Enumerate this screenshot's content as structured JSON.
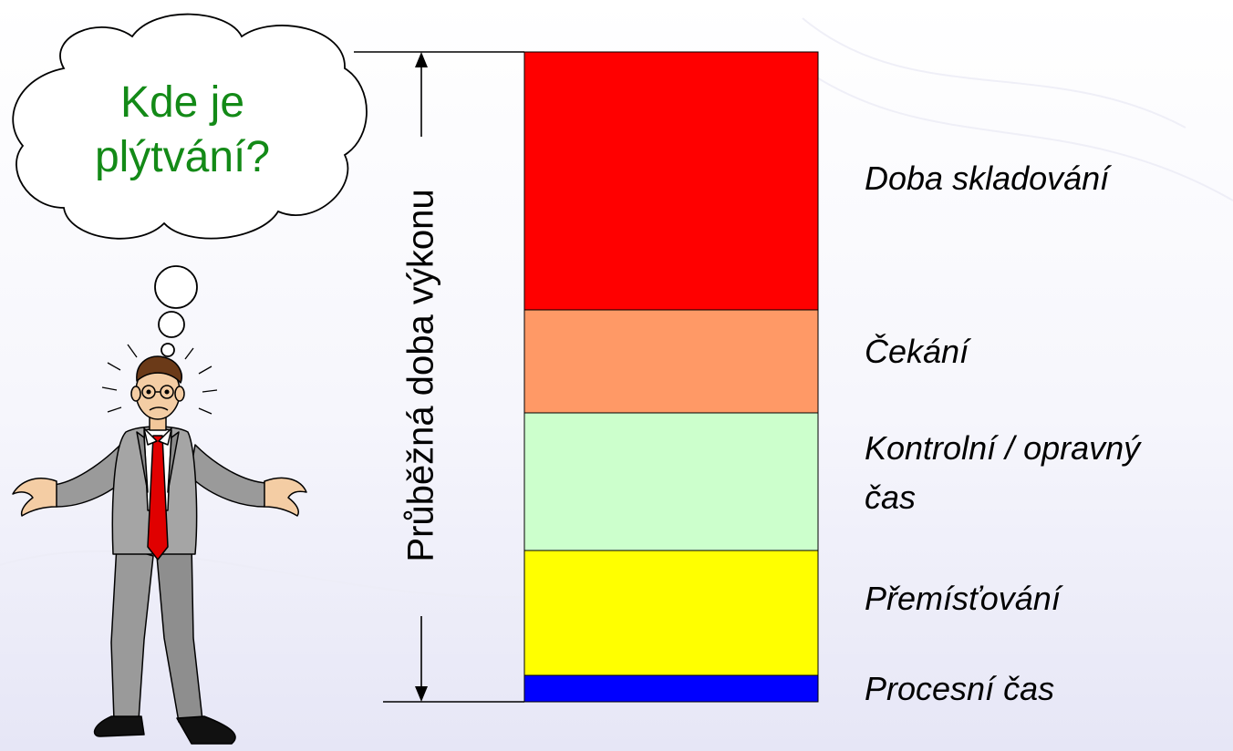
{
  "cloud": {
    "line1": "Kde je",
    "line2": "plýtvání?"
  },
  "axis": {
    "label": "Průběžná doba výkonu"
  },
  "segments": {
    "storage": "Doba  skladování",
    "waiting": "Čekání",
    "inspection_line1": "Kontrolní / opravný",
    "inspection_line2": "čas",
    "movement": "Přemísťování",
    "processing": "Procesní čas"
  },
  "colors": {
    "storage": "#ff0000",
    "waiting": "#ff9966",
    "inspection": "#ccffcc",
    "movement": "#ffff00",
    "processing": "#0000ff",
    "cloud_text": "#138a17"
  },
  "icons": {
    "thought_cloud": "thought-cloud-icon",
    "confused_man": "confused-businessman-icon"
  }
}
